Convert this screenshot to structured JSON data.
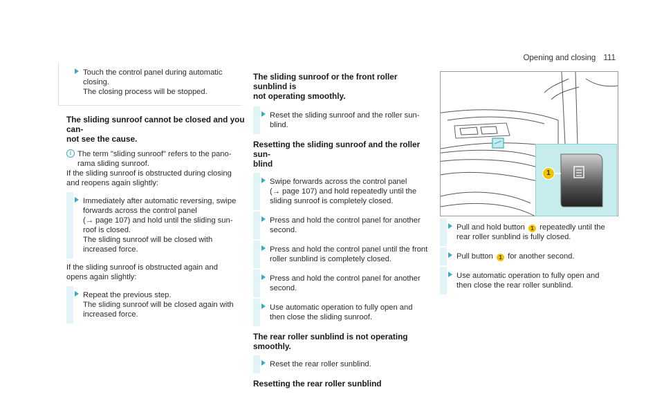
{
  "header": {
    "title": "Opening and closing",
    "page": "111"
  },
  "col1": {
    "top_step": [
      "Touch the control panel during automatic",
      "closing.",
      "The closing process will be stopped."
    ],
    "heading1": [
      "The sliding sunroof cannot be closed and you can-",
      "not see the cause."
    ],
    "note": [
      "The term \"sliding sunroof\" refers to the pano-",
      "rama sliding sunroof."
    ],
    "para1": [
      "If the sliding sunroof is obstructed during closing",
      "and reopens again slightly:"
    ],
    "step2": [
      "Immediately after automatic reversing, swipe",
      "forwards across the control panel",
      "(→ page 107) and hold until the sliding sun-",
      "roof is closed.",
      "The sliding sunroof will be closed with",
      "increased force."
    ],
    "para2": [
      "If the sliding sunroof is obstructed again and",
      "opens again slightly:"
    ],
    "step3": [
      "Repeat the previous step.",
      "The sliding sunroof will be closed again with",
      "increased force."
    ]
  },
  "col2": {
    "heading1": [
      "The sliding sunroof or the front roller sunblind is",
      "not operating smoothly."
    ],
    "step1": [
      "Reset the sliding sunroof and the roller sun-",
      "blind."
    ],
    "heading2": [
      "Resetting the sliding sunroof and the roller sun-",
      "blind"
    ],
    "step2": [
      "Swipe forwards across the control panel",
      "(→ page 107) and hold repeatedly until the",
      "sliding sunroof is completely closed."
    ],
    "step3": [
      "Press and hold the control panel for another",
      "second."
    ],
    "step4": [
      "Press and hold the control panel until the front",
      "roller sunblind is completely closed."
    ],
    "step5": [
      "Press and hold the control panel for another",
      "second."
    ],
    "step6": [
      "Use automatic operation to fully open and",
      "then close the sliding sunroof."
    ],
    "heading3": [
      "The rear roller sunblind is not operating smoothly."
    ],
    "step7": [
      "Reset the rear roller sunblind."
    ],
    "heading4": [
      "Resetting the rear roller sunblind"
    ]
  },
  "col3": {
    "step1_a": "Pull and hold button",
    "step1_b": "repeatedly until the",
    "step1_c": "rear roller sunblind is fully closed.",
    "step2_a": "Pull button",
    "step2_b": "for another second.",
    "step3": [
      "Use automatic operation to fully open and",
      "then close the rear roller sunblind."
    ],
    "badge": "1"
  },
  "figure": {
    "callout": "1",
    "accent": "#c7ecee",
    "badge_color": "#f2c400"
  }
}
